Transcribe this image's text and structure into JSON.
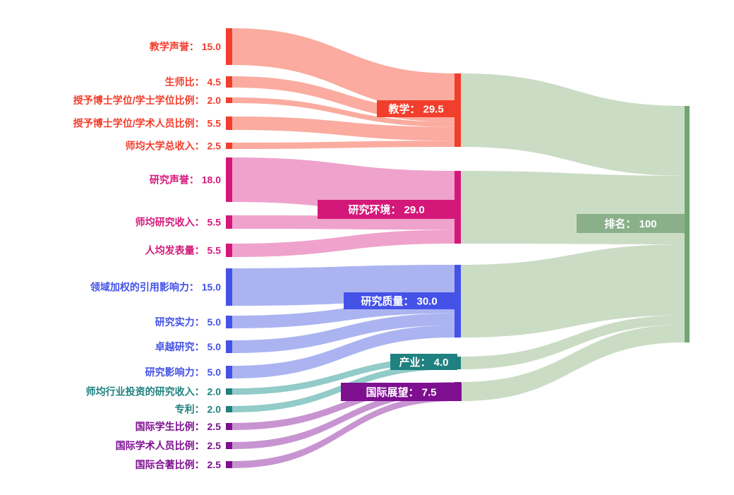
{
  "chart_data": {
    "type": "sankey",
    "title": "",
    "layout_hint": "left: metric sources, middle: pillar categories, right: total ranking",
    "target": {
      "id": "ranking",
      "label": "排名",
      "value": 100,
      "value_text": "100",
      "node_color": "#71a571",
      "flow_color": "#cbdcc5",
      "label_bg": "#8ab08a"
    },
    "groups": [
      {
        "id": "teaching",
        "label": "教学",
        "value": 29.5,
        "value_text": "29.5",
        "node_color": "#f23e2d",
        "flow_color": "#fbab9f",
        "sources": [
          {
            "id": "teaching-reputation",
            "label": "教学声誉",
            "value": 15.0,
            "value_text": "15.0"
          },
          {
            "id": "staff-student-ratio",
            "label": "生师比",
            "value": 4.5,
            "value_text": "4.5"
          },
          {
            "id": "doctorate-bachelor-ratio",
            "label": "授予博士学位/学士学位比例",
            "value": 2.0,
            "value_text": "2.0"
          },
          {
            "id": "doctorate-staff-ratio",
            "label": "授予博士学位/学术人员比例",
            "value": 5.5,
            "value_text": "5.5"
          },
          {
            "id": "institutional-income",
            "label": "师均大学总收入",
            "value": 2.5,
            "value_text": "2.5"
          }
        ]
      },
      {
        "id": "research-environment",
        "label": "研究环境",
        "value": 29.0,
        "value_text": "29.0",
        "node_color": "#d41879",
        "flow_color": "#efa2cc",
        "sources": [
          {
            "id": "research-reputation",
            "label": "研究声誉",
            "value": 18.0,
            "value_text": "18.0"
          },
          {
            "id": "research-income",
            "label": "师均研究收入",
            "value": 5.5,
            "value_text": "5.5"
          },
          {
            "id": "research-productivity",
            "label": "人均发表量",
            "value": 5.5,
            "value_text": "5.5"
          }
        ]
      },
      {
        "id": "research-quality",
        "label": "研究质量",
        "value": 30.0,
        "value_text": "30.0",
        "node_color": "#4452e8",
        "flow_color": "#abb4f1",
        "sources": [
          {
            "id": "citation-impact",
            "label": "领域加权的引用影响力",
            "value": 15.0,
            "value_text": "15.0"
          },
          {
            "id": "research-strength",
            "label": "研究实力",
            "value": 5.0,
            "value_text": "5.0"
          },
          {
            "id": "research-excellence",
            "label": "卓越研究",
            "value": 5.0,
            "value_text": "5.0"
          },
          {
            "id": "research-influence",
            "label": "研究影响力",
            "value": 5.0,
            "value_text": "5.0"
          }
        ]
      },
      {
        "id": "industry",
        "label": "产业",
        "value": 4.0,
        "value_text": "4.0",
        "node_color": "#1f8180",
        "flow_color": "#92cbc7",
        "sources": [
          {
            "id": "industry-income",
            "label": "师均行业投资的研究收入",
            "value": 2.0,
            "value_text": "2.0"
          },
          {
            "id": "patents",
            "label": "专利",
            "value": 2.0,
            "value_text": "2.0"
          }
        ]
      },
      {
        "id": "international-outlook",
        "label": "国际展望",
        "value": 7.5,
        "value_text": "7.5",
        "node_color": "#7e0f90",
        "flow_color": "#c794d1",
        "sources": [
          {
            "id": "international-students",
            "label": "国际学生比例",
            "value": 2.5,
            "value_text": "2.5"
          },
          {
            "id": "international-staff",
            "label": "国际学术人员比例",
            "value": 2.5,
            "value_text": "2.5"
          },
          {
            "id": "international-cowork",
            "label": "国际合著比例",
            "value": 2.5,
            "value_text": "2.5"
          }
        ]
      }
    ],
    "label_separator": "：  "
  }
}
